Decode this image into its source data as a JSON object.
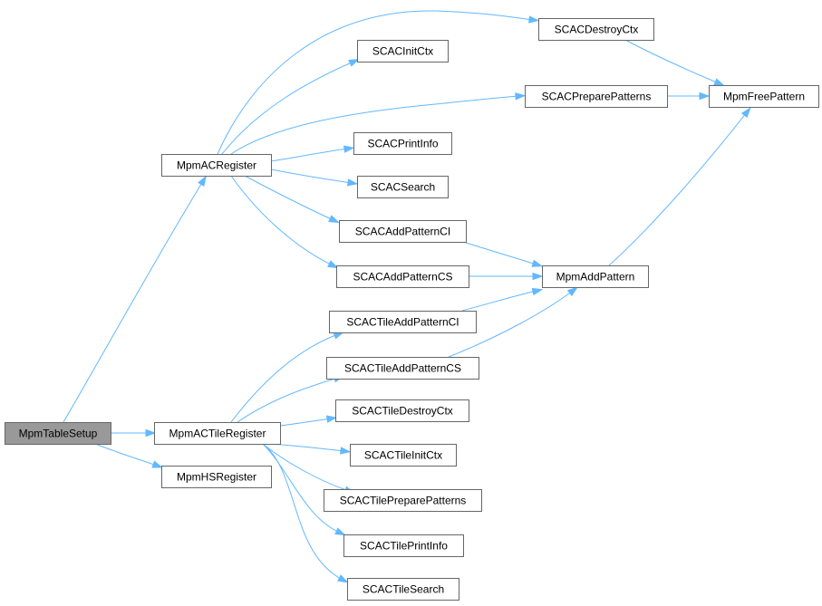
{
  "graph": {
    "nodes": [
      {
        "id": "MpmTableSetup",
        "label": "MpmTableSetup",
        "root": true
      },
      {
        "id": "MpmACRegister",
        "label": "MpmACRegister"
      },
      {
        "id": "MpmACTileRegister",
        "label": "MpmACTileRegister"
      },
      {
        "id": "MpmHSRegister",
        "label": "MpmHSRegister"
      },
      {
        "id": "SCACDestroyCtx",
        "label": "SCACDestroyCtx"
      },
      {
        "id": "SCACInitCtx",
        "label": "SCACInitCtx"
      },
      {
        "id": "SCACPreparePatterns",
        "label": "SCACPreparePatterns"
      },
      {
        "id": "SCACPrintInfo",
        "label": "SCACPrintInfo"
      },
      {
        "id": "SCACSearch",
        "label": "SCACSearch"
      },
      {
        "id": "SCACAddPatternCI",
        "label": "SCACAddPatternCI"
      },
      {
        "id": "SCACAddPatternCS",
        "label": "SCACAddPatternCS"
      },
      {
        "id": "MpmFreePattern",
        "label": "MpmFreePattern"
      },
      {
        "id": "MpmAddPattern",
        "label": "MpmAddPattern"
      },
      {
        "id": "SCACTileAddPatternCI",
        "label": "SCACTileAddPatternCI"
      },
      {
        "id": "SCACTileAddPatternCS",
        "label": "SCACTileAddPatternCS"
      },
      {
        "id": "SCACTileDestroyCtx",
        "label": "SCACTileDestroyCtx"
      },
      {
        "id": "SCACTileInitCtx",
        "label": "SCACTileInitCtx"
      },
      {
        "id": "SCACTilePreparePatterns",
        "label": "SCACTilePreparePatterns"
      },
      {
        "id": "SCACTilePrintInfo",
        "label": "SCACTilePrintInfo"
      },
      {
        "id": "SCACTileSearch",
        "label": "SCACTileSearch"
      }
    ],
    "edges": [
      {
        "from": "MpmTableSetup",
        "to": "MpmACRegister"
      },
      {
        "from": "MpmTableSetup",
        "to": "MpmACTileRegister"
      },
      {
        "from": "MpmTableSetup",
        "to": "MpmHSRegister"
      },
      {
        "from": "MpmACRegister",
        "to": "SCACDestroyCtx"
      },
      {
        "from": "MpmACRegister",
        "to": "SCACInitCtx"
      },
      {
        "from": "MpmACRegister",
        "to": "SCACPreparePatterns"
      },
      {
        "from": "MpmACRegister",
        "to": "SCACPrintInfo"
      },
      {
        "from": "MpmACRegister",
        "to": "SCACSearch"
      },
      {
        "from": "MpmACRegister",
        "to": "SCACAddPatternCI"
      },
      {
        "from": "MpmACRegister",
        "to": "SCACAddPatternCS"
      },
      {
        "from": "SCACDestroyCtx",
        "to": "MpmFreePattern"
      },
      {
        "from": "SCACPreparePatterns",
        "to": "MpmFreePattern"
      },
      {
        "from": "SCACAddPatternCI",
        "to": "MpmAddPattern"
      },
      {
        "from": "SCACAddPatternCS",
        "to": "MpmAddPattern"
      },
      {
        "from": "MpmAddPattern",
        "to": "MpmFreePattern"
      },
      {
        "from": "MpmACTileRegister",
        "to": "SCACTileAddPatternCI"
      },
      {
        "from": "MpmACTileRegister",
        "to": "SCACTileAddPatternCS"
      },
      {
        "from": "MpmACTileRegister",
        "to": "SCACTileDestroyCtx"
      },
      {
        "from": "MpmACTileRegister",
        "to": "SCACTileInitCtx"
      },
      {
        "from": "MpmACTileRegister",
        "to": "SCACTilePreparePatterns"
      },
      {
        "from": "MpmACTileRegister",
        "to": "SCACTilePrintInfo"
      },
      {
        "from": "MpmACTileRegister",
        "to": "SCACTileSearch"
      },
      {
        "from": "SCACTileAddPatternCI",
        "to": "MpmAddPattern"
      },
      {
        "from": "SCACTileAddPatternCS",
        "to": "MpmAddPattern"
      }
    ],
    "colors": {
      "edge": "#63b8ff",
      "node_border": "#666666",
      "node_fill": "#ffffff",
      "root_fill": "#999999"
    }
  }
}
